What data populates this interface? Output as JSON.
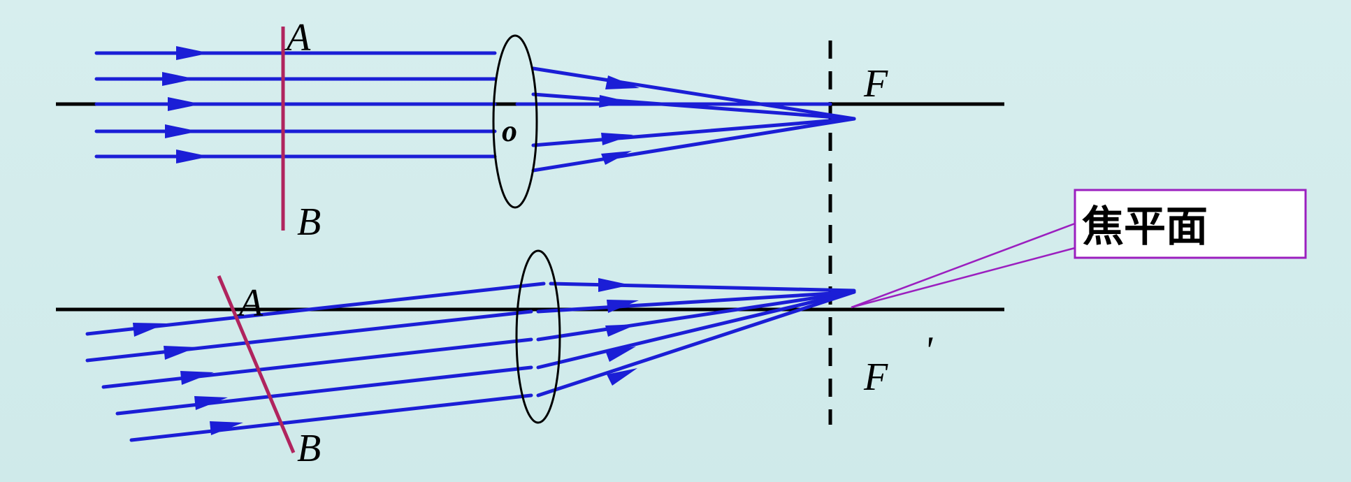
{
  "labels": {
    "top_A": "A",
    "top_B": "B",
    "top_O": "o",
    "top_F": "F",
    "bottom_A": "A",
    "bottom_B": "B",
    "bottom_F": "F",
    "bottom_F_prime": "'"
  },
  "callout": {
    "text": "焦平面"
  },
  "colors": {
    "ray": "#1b1ed6",
    "screen": "#b0245e",
    "callout": "#9b1fbf"
  }
}
